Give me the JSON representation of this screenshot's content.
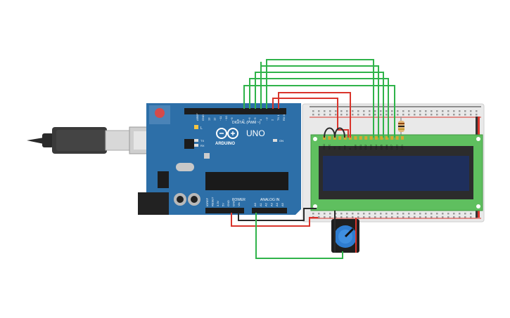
{
  "arduino": {
    "brand": "ARDUINO",
    "model": "UNO",
    "digital_header": "DIGITAL (PWM ~)",
    "power_header": "POWER",
    "analog_header": "ANALOG IN",
    "led_l": "L",
    "led_tx": "TX",
    "led_rx": "RX",
    "led_on": "ON",
    "digital_pins": [
      "AREF",
      "GND",
      "13",
      "12",
      "~11",
      "~10",
      "~9",
      "8",
      "7",
      "~6",
      "~5",
      "4",
      "~3",
      "2",
      "TX 1",
      "RX 0"
    ],
    "power_pins": [
      "IOREF",
      "RESET",
      "3.3V",
      "5V",
      "GND",
      "GND",
      "Vin"
    ],
    "analog_pins": [
      "A0",
      "A1",
      "A2",
      "A3",
      "A4",
      "A5"
    ]
  },
  "lcd": {
    "pin_labels": [
      "GND",
      "VCC",
      "V0",
      "RS",
      "RW",
      "E",
      "DB0",
      "DB1",
      "DB2",
      "DB3",
      "DB4",
      "DB5",
      "DB6",
      "DB7",
      "LED",
      "LED"
    ]
  },
  "colors": {
    "board_blue": "#2d6fa8",
    "wire_green": "#2fb34a",
    "wire_red": "#d9342b",
    "wire_black": "#2a2a2a",
    "lcd_pcb": "#5fbf5f",
    "lcd_screen": "#1e2f5c"
  }
}
